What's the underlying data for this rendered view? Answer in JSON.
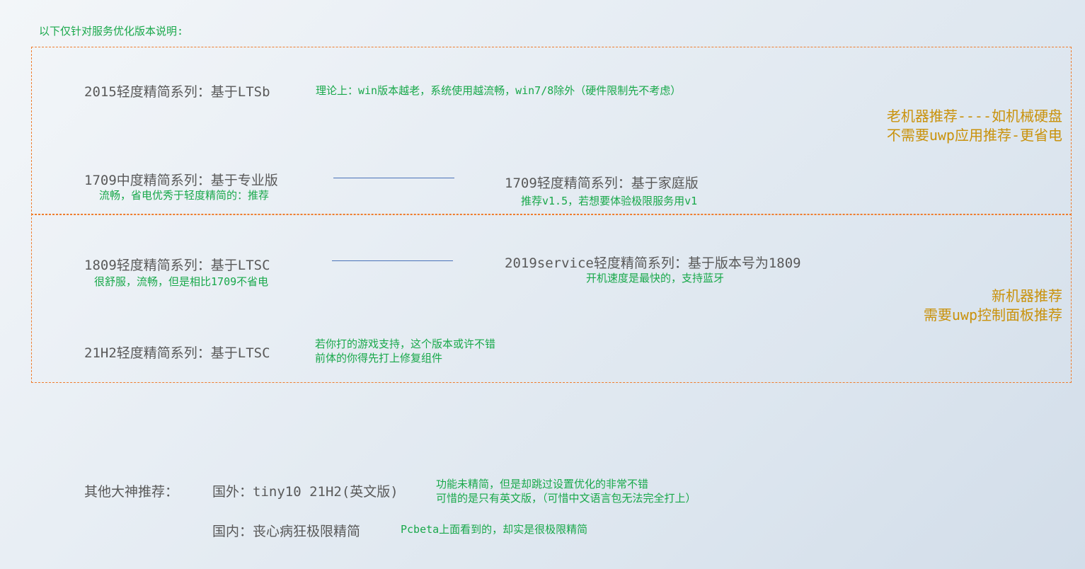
{
  "header": {
    "intro": "以下仅针对服务优化版本说明:"
  },
  "old_machine": {
    "line1": "老机器推荐----如机械硬盘",
    "line2": "不需要uwp应用推荐-更省电"
  },
  "new_machine": {
    "line1": "新机器推荐",
    "line2": "需要uwp控制面板推荐"
  },
  "versions": {
    "v2015": {
      "title": "2015轻度精简系列：基于LTSb",
      "note": "理论上：win版本越老，系统使用越流畅，win7/8除外（硬件限制先不考虑）"
    },
    "v1709_pro": {
      "title": "1709中度精简系列：基于专业版",
      "note": "流畅，省电优秀于轻度精简的：推荐"
    },
    "v1709_home": {
      "title": "1709轻度精简系列：基于家庭版",
      "note": "推荐v1.5，若想要体验极限服务用v1"
    },
    "v1809": {
      "title": "1809轻度精简系列：基于LTSC",
      "note": "很舒服，流畅，但是相比1709不省电"
    },
    "v2019": {
      "title": "2019service轻度精简系列：基于版本号为1809",
      "note": "开机速度是最快的，支持蓝牙"
    },
    "v21h2": {
      "title": "21H2轻度精简系列：基于LTSC",
      "note_line1": "若你打的游戏支持，这个版本或许不错",
      "note_line2": "前体的你得先打上修复组件"
    }
  },
  "others": {
    "label": "其他大神推荐：",
    "foreign": {
      "title": "国外：tiny10 21H2(英文版)",
      "note_line1": "功能未精简，但是却跳过设置优化的非常不错",
      "note_line2": "可惜的是只有英文版，（可惜中文语言包无法完全打上）"
    },
    "domestic": {
      "title": "国内：丧心病狂极限精简",
      "note": "Pcbeta上面看到的，却实是很极限精简"
    }
  },
  "colors": {
    "gray_text": "#595959",
    "green_text": "#18a84a",
    "orange_text": "#c9920c",
    "dashed_border": "#ef7d2d",
    "connector": "#4a72b8"
  }
}
